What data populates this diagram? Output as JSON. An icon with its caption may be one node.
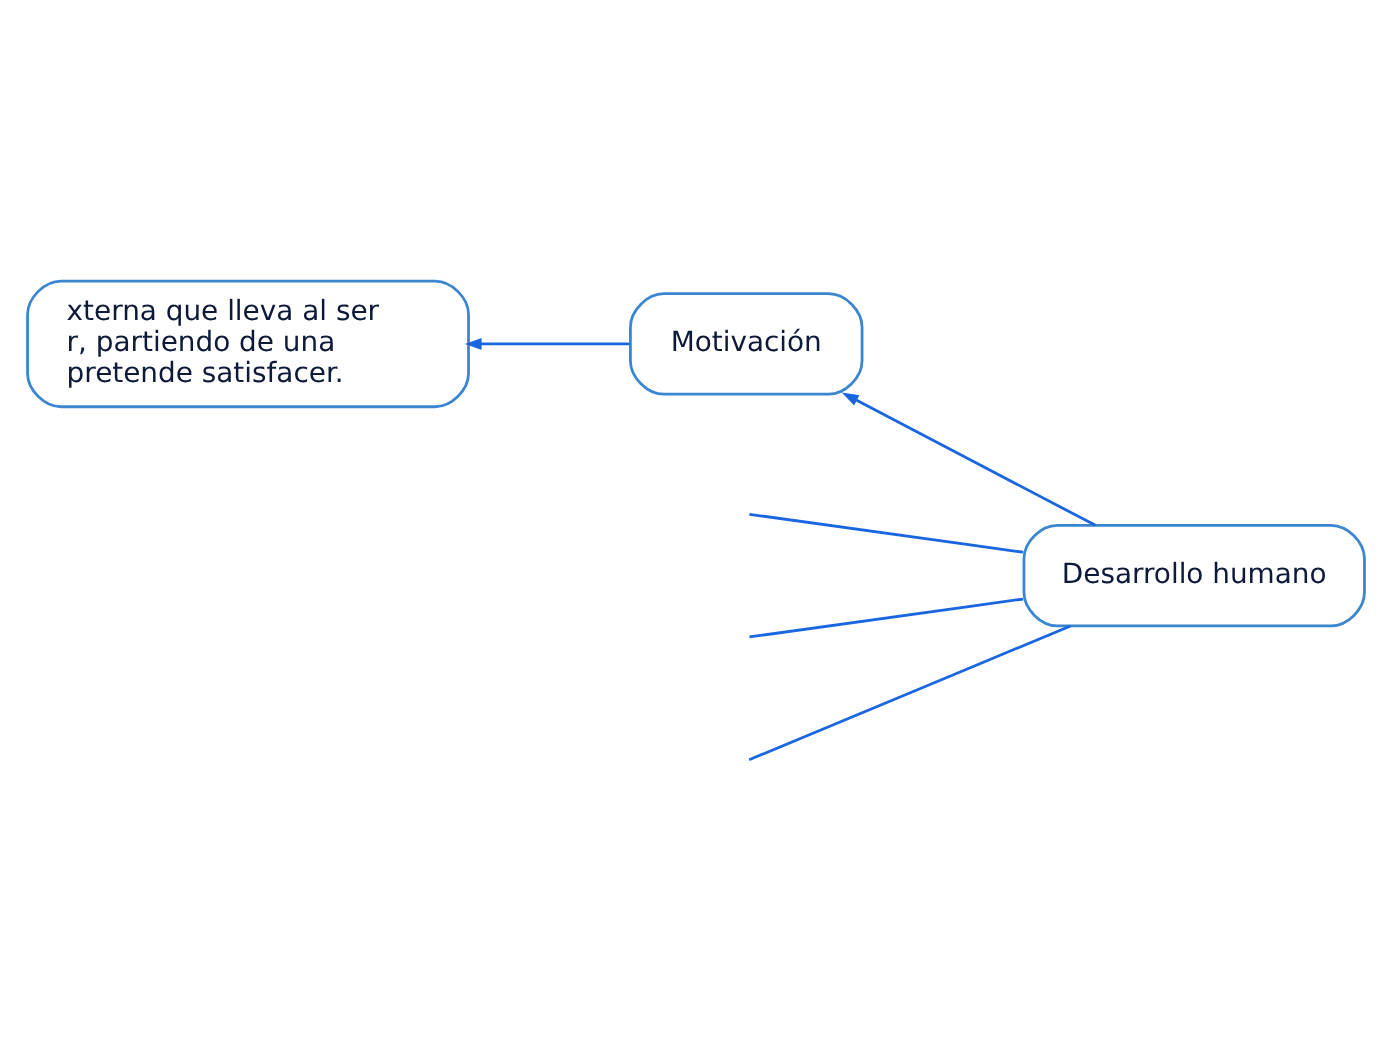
{
  "diagram": {
    "nodes": [
      {
        "text": [
          "Desarrollo humano"
        ]
      },
      {
        "text": [
          "Motivación"
        ]
      },
      {
        "text": [
          "xterna que lleva al ser r, partiendo de una pretende satisfacer."
        ]
      }
    ],
    "edges": [
      {
        "from": 0,
        "to": 1,
        "arrow": "to"
      },
      {
        "from": 1,
        "to": 2,
        "arrow": "to"
      },
      {
        "from": 0,
        "to": null,
        "arrow": "none"
      },
      {
        "from": 0,
        "to": null,
        "arrow": "none"
      },
      {
        "from": 0,
        "to": null,
        "arrow": "none"
      }
    ]
  }
}
